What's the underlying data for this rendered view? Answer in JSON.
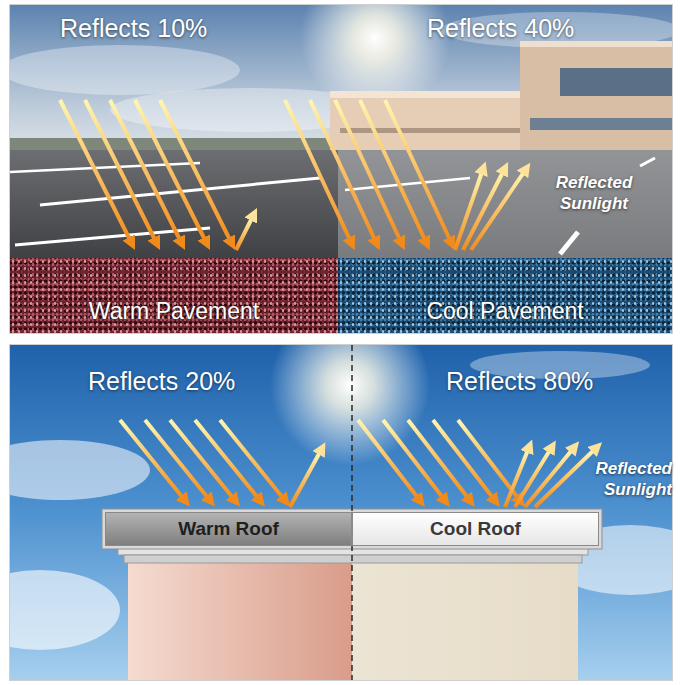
{
  "diagram": {
    "nodes": [
      {
        "text": [
          "Warm Pavement"
        ]
      },
      {
        "text": [
          "Cool Pavement"
        ]
      },
      {
        "text": [
          "Warm Roof"
        ]
      },
      {
        "text": [
          "Cool Roof"
        ]
      }
    ],
    "labels": [
      "Reflects 10%",
      "Reflects 40%",
      "Reflected Sunlight",
      "Reflects 20%",
      "Reflects 80%",
      "Reflected Sunlight"
    ]
  }
}
